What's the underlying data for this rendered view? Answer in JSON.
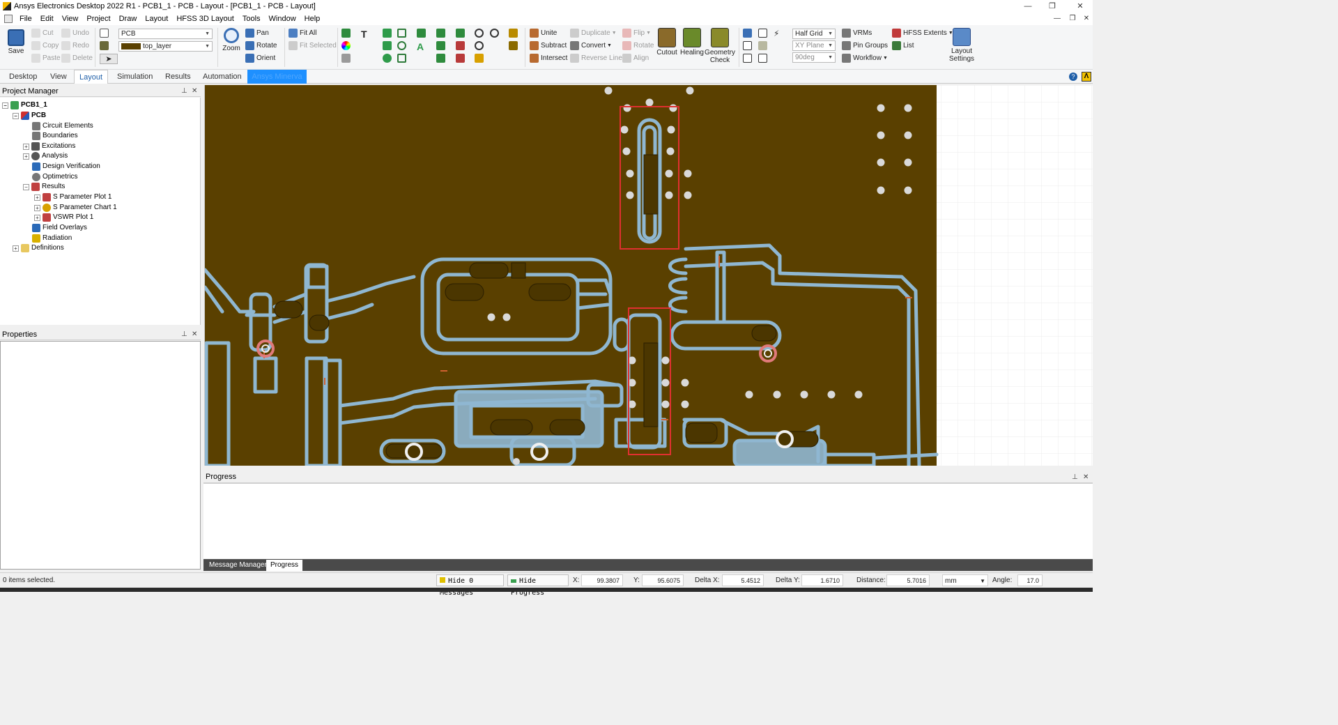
{
  "window": {
    "title": "Ansys Electronics Desktop 2022 R1 - PCB1_1 - PCB - Layout - [PCB1_1 - PCB - Layout]"
  },
  "menu": [
    "File",
    "Edit",
    "View",
    "Project",
    "Draw",
    "Layout",
    "HFSS 3D Layout",
    "Tools",
    "Window",
    "Help"
  ],
  "ribbon": {
    "save": "Save",
    "cut": "Cut",
    "copy": "Copy",
    "paste": "Paste",
    "undo": "Undo",
    "redo": "Redo",
    "delete": "Delete",
    "design_combo": "PCB",
    "layer_combo": "top_layer",
    "zoom": "Zoom",
    "pan": "Pan",
    "rotate": "Rotate",
    "orient": "Orient",
    "fit_all": "Fit All",
    "fit_selected": "Fit Selected",
    "unite": "Unite",
    "subtract": "Subtract",
    "intersect": "Intersect",
    "duplicate": "Duplicate",
    "convert": "Convert",
    "reverse_line": "Reverse Line",
    "flip": "Flip",
    "rotate2": "Rotate",
    "align": "Align",
    "cutout": "Cutout",
    "healing": "Healing",
    "geometry_check_1": "Geometry",
    "geometry_check_2": "Check",
    "grid_combo": "Half Grid",
    "plane_combo": "XY Plane",
    "angle_combo": "90deg",
    "vrms": "VRMs",
    "pin_groups": "Pin Groups",
    "workflow": "Workflow",
    "hfss_extents": "HFSS Extents",
    "list": "List",
    "layout_settings_1": "Layout",
    "layout_settings_2": "Settings"
  },
  "tabs": [
    "Desktop",
    "View",
    "Layout",
    "Simulation",
    "Results",
    "Automation",
    "Ansys Minerva"
  ],
  "project_manager": {
    "title": "Project Manager",
    "tree": [
      {
        "label": "PCB1_1"
      },
      {
        "label": "PCB"
      },
      {
        "label": "Circuit Elements"
      },
      {
        "label": "Boundaries"
      },
      {
        "label": "Excitations"
      },
      {
        "label": "Analysis"
      },
      {
        "label": "Design Verification"
      },
      {
        "label": "Optimetrics"
      },
      {
        "label": "Results"
      },
      {
        "label": "S Parameter Plot 1"
      },
      {
        "label": "S Parameter Chart 1"
      },
      {
        "label": "VSWR Plot 1"
      },
      {
        "label": "Field Overlays"
      },
      {
        "label": "Radiation"
      },
      {
        "label": "Definitions"
      }
    ]
  },
  "properties": {
    "title": "Properties"
  },
  "progress": {
    "title": "Progress",
    "tab_message_manager": "Message Manager",
    "tab_progress": "Progress"
  },
  "status": {
    "selection": "0 items selected.",
    "hide_messages": "Hide 0 Messages",
    "hide_progress": "Hide Progress",
    "x_label": "X:",
    "x_value": "99.3807",
    "y_label": "Y:",
    "y_value": "95.6075",
    "dx_label": "Delta X:",
    "dx_value": "5.4512",
    "dy_label": "Delta Y:",
    "dy_value": "1.6710",
    "dist_label": "Distance:",
    "dist_value": "5.7016",
    "units": "mm",
    "angle_label": "Angle:",
    "angle_value": "17.0"
  },
  "colors": {
    "board": "#5a4000",
    "trace_outline": "#8fb7d1",
    "highlight": "#e03030",
    "accent": "#1e90ff"
  }
}
